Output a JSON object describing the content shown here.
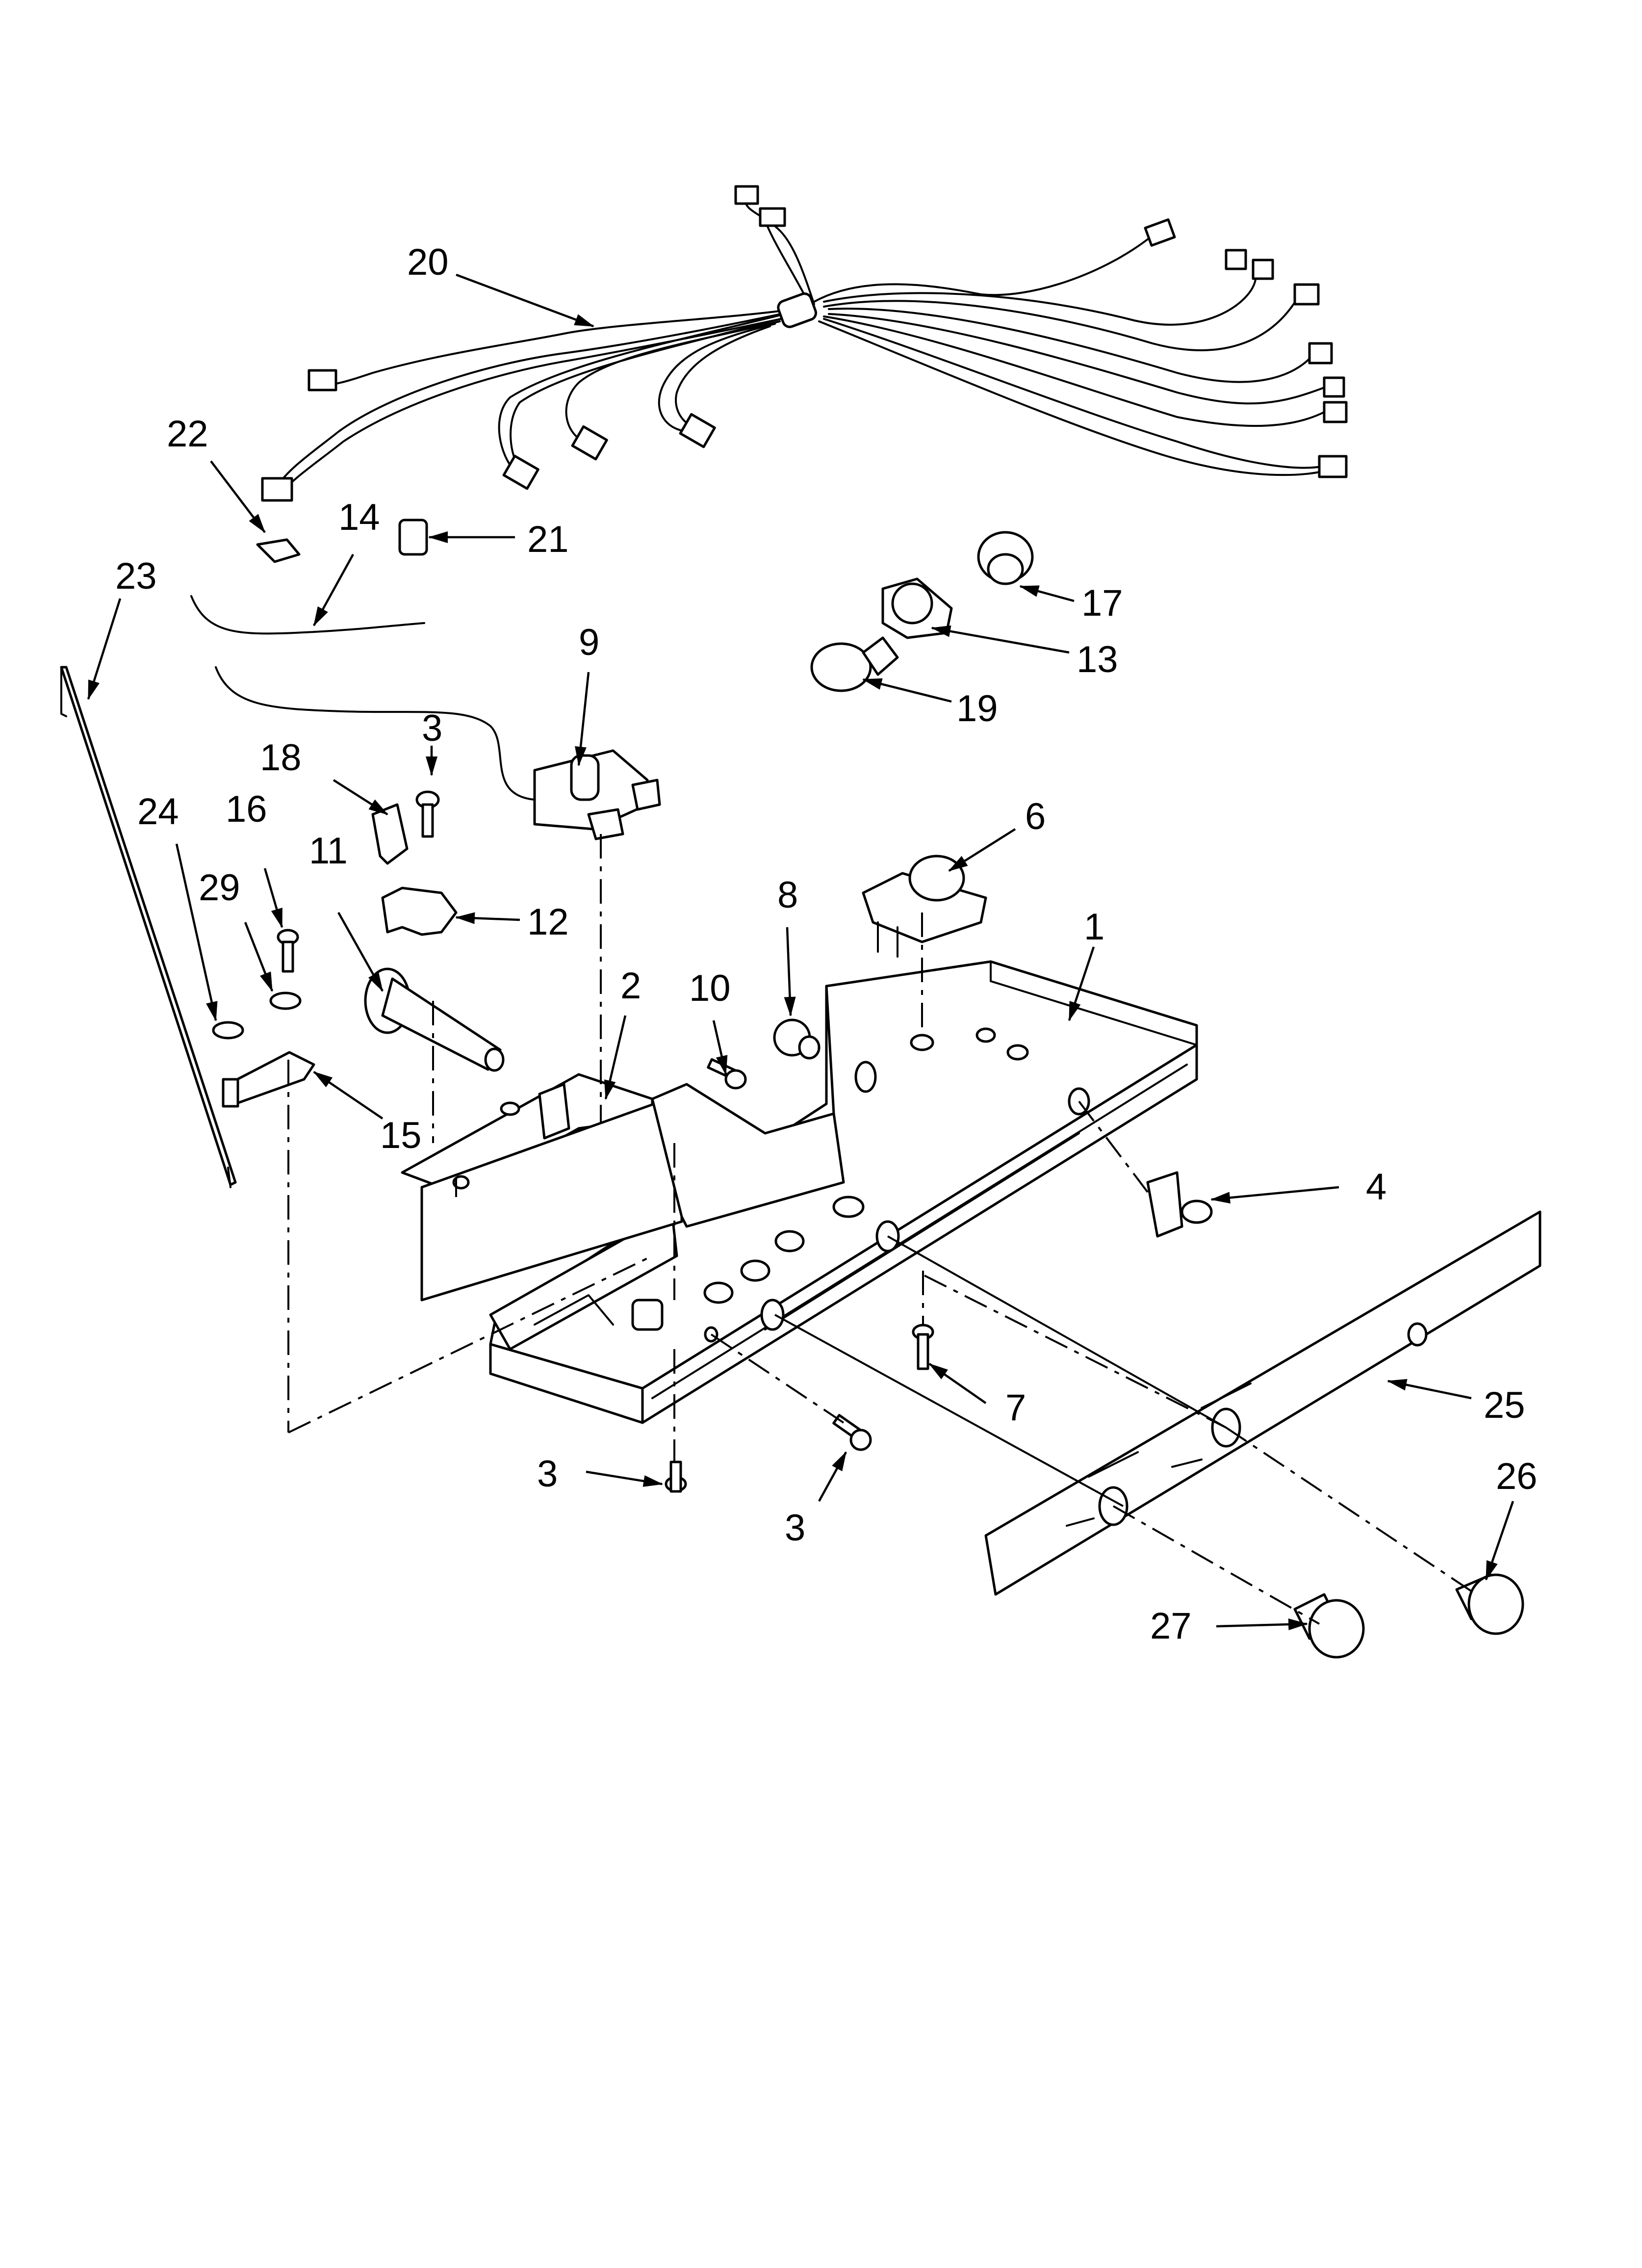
{
  "callouts": {
    "c1": "1",
    "c2": "2",
    "c3a": "3",
    "c3b": "3",
    "c3c": "3",
    "c4": "4",
    "c6": "6",
    "c7": "7",
    "c8": "8",
    "c9": "9",
    "c10": "10",
    "c11": "11",
    "c12": "12",
    "c13": "13",
    "c14": "14",
    "c15": "15",
    "c16": "16",
    "c17": "17",
    "c18": "18",
    "c19": "19",
    "c20": "20",
    "c21": "21",
    "c22": "22",
    "c23": "23",
    "c24": "24",
    "c25": "25",
    "c26": "26",
    "c27": "27",
    "c29": "29"
  }
}
